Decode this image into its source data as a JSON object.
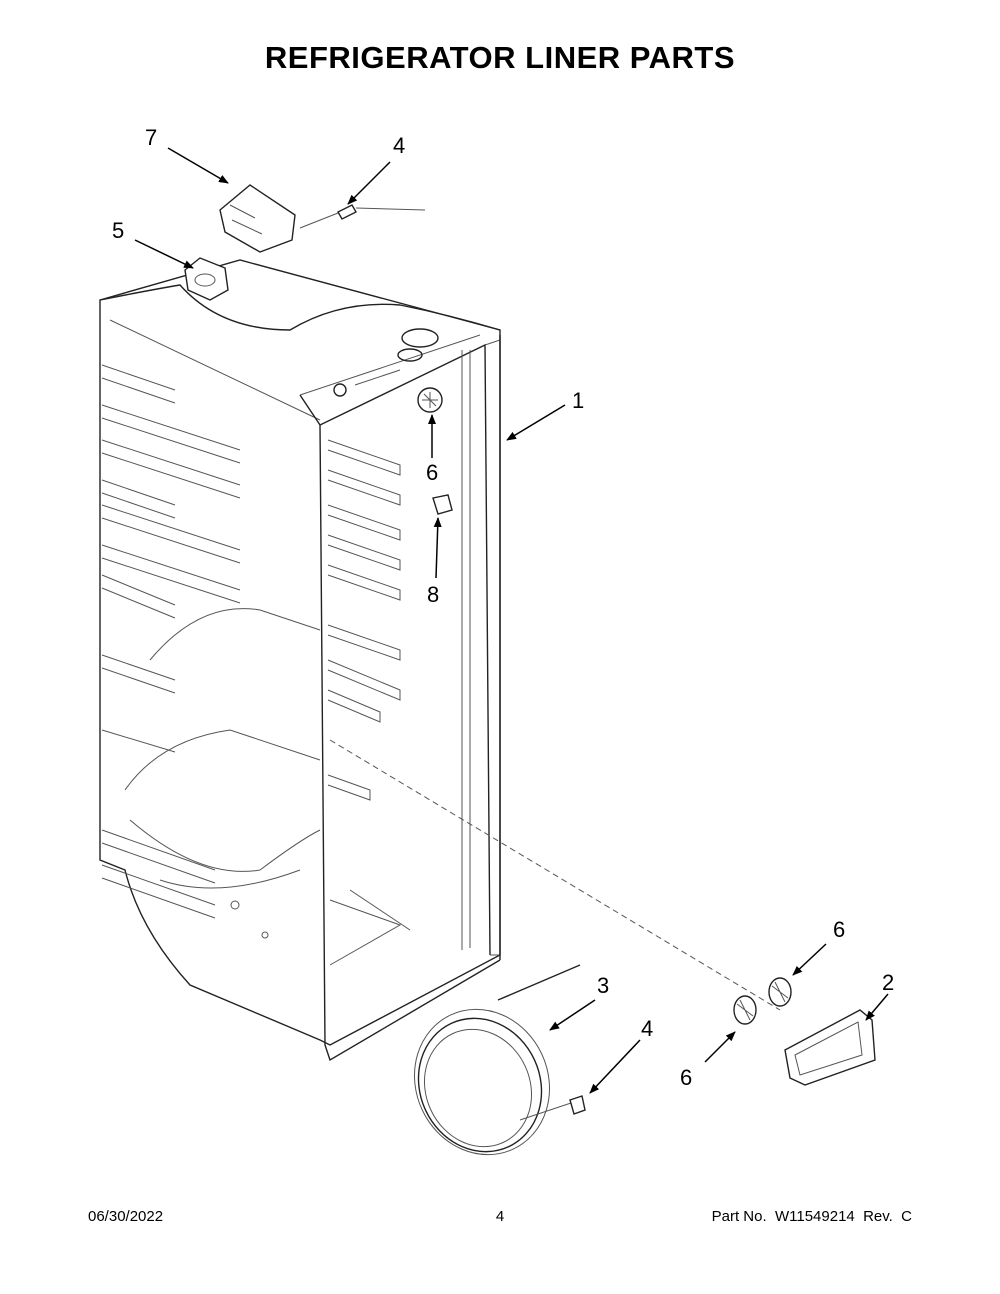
{
  "title": "REFRIGERATOR LINER PARTS",
  "callouts": [
    "1",
    "2",
    "3",
    "4",
    "4",
    "5",
    "6",
    "6",
    "6",
    "7",
    "8"
  ],
  "footer": {
    "date": "06/30/2022",
    "page": "4",
    "part_info": "Part No.  W11549214  Rev.  C"
  }
}
